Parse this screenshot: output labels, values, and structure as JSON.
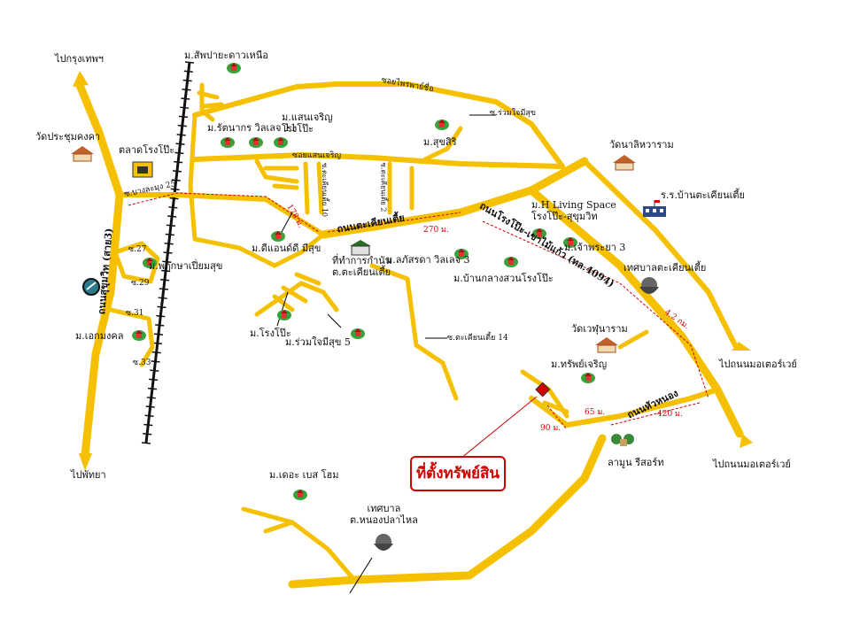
{
  "labels": {
    "bangkok": "ไปกรุงเทพฯ",
    "pattaya": "ไปพัทยา",
    "wat_prachum": "วัดประชุมคงคา",
    "market": "ตลาดโรงโป๊ะ",
    "sappaya": "ม.สัพปายะดาวเหนือ",
    "rattanakorn": "ม.รัตนากร วิลเลจ 11",
    "saensri": "ม.แสนเจริญ\nโรงโป๊ะ",
    "soi_praisri": "ซอยไพรพาย์ชื่อ",
    "soi_ruamjai": "ซ.ร่วมใจมีสุข",
    "suksiri": "ม.สุขสิริ",
    "wat_nalihuatawan": "วัดนาลิหวาราม",
    "school": "ร.ร.บ้านตะเคียนเตี้ย",
    "soi_saencharoen": "ซอยแสนเจริญ",
    "soi25": "ซ.บางละมุง 25",
    "soi27": "ซ.27",
    "soi29": "ซ.29",
    "soi31": "ซ.31",
    "soi33": "ซ.33",
    "phaisan": "ม.พฤกษาเปี่ยมสุข",
    "ekmongkol": "ม.เอกมงคล",
    "highway_sukhumvit": "ถนนสุขุมวิท (สาย3)",
    "dist_178": "178 ม.",
    "dee_andee": "ม.ดีแอนด์ดี มีสุข",
    "kamnan_office": "ที่ทำการกำนัน\nต.ตะเคียนเตี้ย",
    "road_takhian": "ถนนตะเคียนเตี้ย",
    "dist_270": "270 ม.",
    "road_rongpo": "ถนนโรงโป๊ะ-เขาไม้แก้ว (ทล.4094)",
    "h_living": "ม.H Living Space\nโรงโป๊ะ-สุขุมวิท",
    "chaophraya": "ม.เจ้าพระยา 3",
    "kasetrada": "ม.ลภัสรดา วิลเลจ 3",
    "ban_klang": "ม.บ้านกลางสวนโรงโป๊ะ",
    "takhian_muni": "เทศบาลตะเคียนเตี้ย",
    "rongpo": "ม.โรงโป๊ะ",
    "ruamjai5": "ม.ร่วมใจมีสุข 5",
    "soi14": "ซ.ตะเคียนเตี้ย 14",
    "dist_42": "4.2 กม.",
    "motorway1": "ไปถนนมอเตอร์เวย์",
    "wat_wanaram": "วัดเวฬุนาราม",
    "supcharoen": "ม.ทรัพย์เจริญ",
    "dist_90": "90 ม.",
    "dist_65": "65 ม.",
    "road_huanong": "ถนนหัวหนอง",
    "dist_420": "420 ม.",
    "lamun": "ลามูน รีสอร์ท",
    "motorway2": "ไปถนนมอเตอร์เวย์",
    "the_best": "ม.เดอะ เบส โฮม",
    "nongplalai": "เทศบาล\nต.หนองปลาไหล",
    "property": "ที่ตั้งทรัพย์สิน",
    "soi_takhian2": "ซ.ตะเคียนเตี้ย 2",
    "soi_takhian10": "ซ.ตะเคียนเตี้ย 10"
  },
  "colors": {
    "road": "#f5c000",
    "accent": "#d00000",
    "rail": "#111111"
  }
}
